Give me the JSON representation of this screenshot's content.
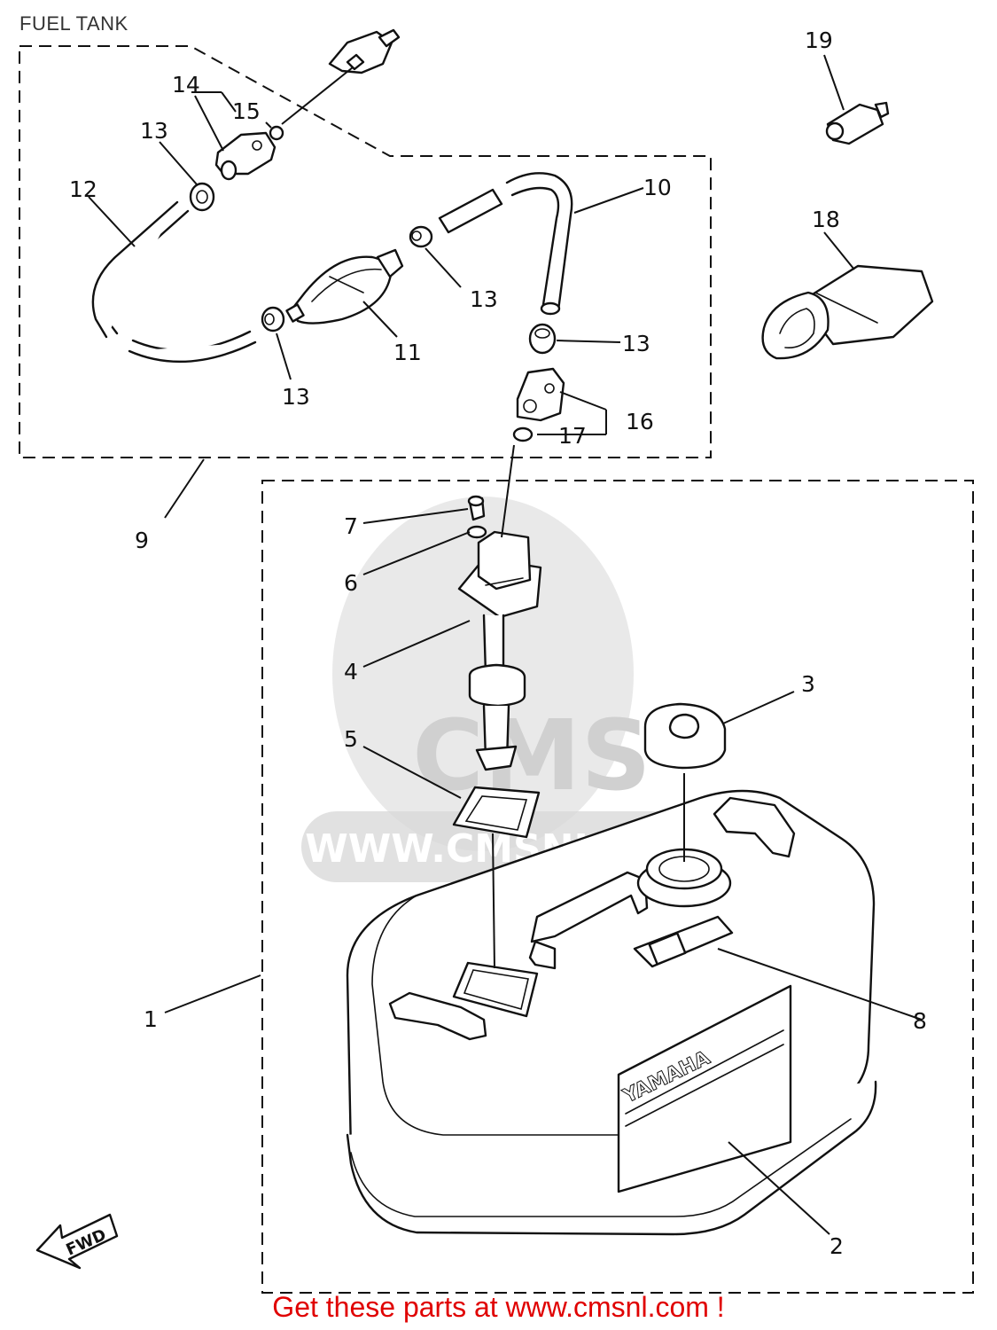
{
  "diagram": {
    "title": "FUEL TANK",
    "labels": {
      "p1": "1",
      "p2": "2",
      "p3": "3",
      "p4": "4",
      "p5": "5",
      "p6": "6",
      "p7": "7",
      "p8": "8",
      "p9": "9",
      "p10": "10",
      "p11": "11",
      "p12": "12",
      "p13a": "13",
      "p13b": "13",
      "p13c": "13",
      "p13d": "13",
      "p14": "14",
      "p15": "15",
      "p16": "16",
      "p17": "17",
      "p18": "18",
      "p19": "19"
    },
    "tank_brand": "YAMAHA",
    "fwd_arrow": "FWD",
    "watermark_url": "WWW.CMSNL.COM",
    "watermark_logo": "CMS"
  },
  "footer": {
    "text": "Get these parts at www.cmsnl.com !",
    "color": "#e00000"
  }
}
